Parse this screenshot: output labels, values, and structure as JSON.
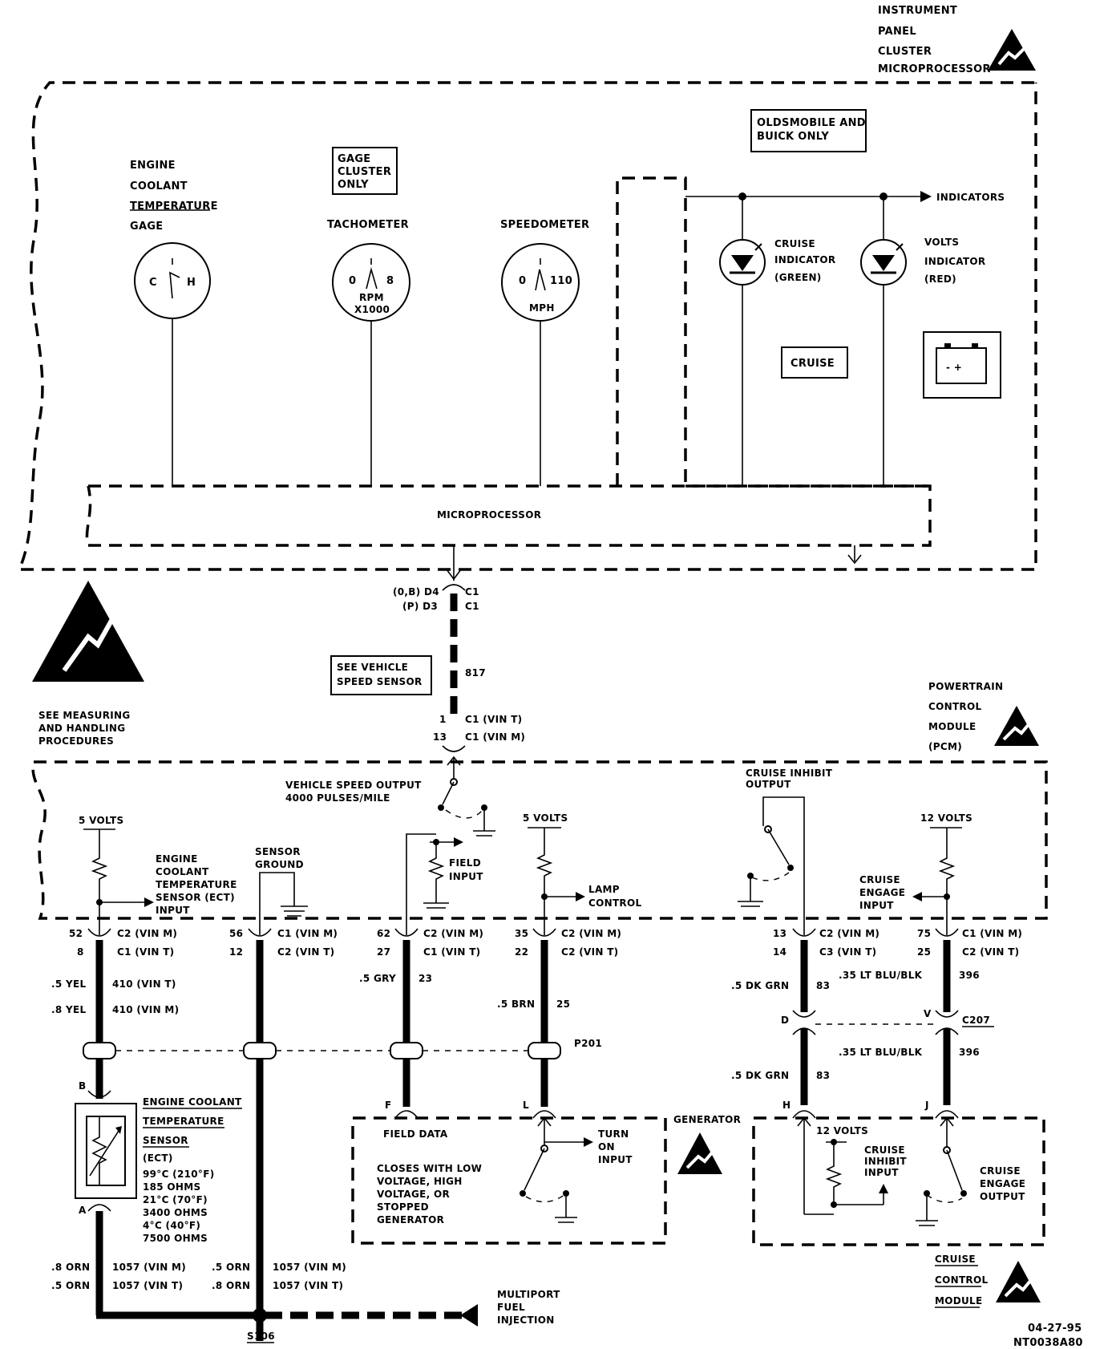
{
  "diagram_id": "NT0038A80",
  "date": "04-27-95",
  "ipc": {
    "title_lines": [
      "INSTRUMENT",
      "PANEL",
      "CLUSTER",
      "MICROPROCESSOR"
    ],
    "gage_cluster_note": [
      "GAGE",
      "CLUSTER",
      "ONLY"
    ],
    "olds_note": [
      "OLDSMOBILE AND",
      "BUICK ONLY"
    ],
    "ect_gage": {
      "label": [
        "ENGINE",
        "COOLANT",
        "TEMPERATURE",
        "GAGE"
      ],
      "low": "C",
      "high": "H"
    },
    "tachometer": {
      "label": "TACHOMETER",
      "low": "0",
      "high": "8",
      "unit": [
        "RPM",
        "X1000"
      ]
    },
    "speedometer": {
      "label": "SPEEDOMETER",
      "low": "0",
      "high": "110",
      "unit": "MPH"
    },
    "indicators_label": "INDICATORS",
    "cruise_indicator": [
      "CRUISE",
      "INDICATOR",
      "(GREEN)"
    ],
    "volts_indicator": [
      "VOLTS",
      "INDICATOR",
      "(RED)"
    ],
    "cruise_button": "CRUISE",
    "battery_symbol": "- +",
    "microprocessor": "MICROPROCESSOR"
  },
  "vss_link": {
    "conn_ipc": [
      "(0,B)  D4",
      "(P)  D3"
    ],
    "conn_ipc_c": [
      "C1",
      "C1"
    ],
    "note": [
      "SEE VEHICLE",
      "SPEED SENSOR"
    ],
    "circuit": "817",
    "conn_pcm": [
      "1",
      "13"
    ],
    "conn_pcm_c": [
      "C1  (VIN T)",
      "C1  (VIN M)"
    ]
  },
  "esd_note": [
    "SEE MEASURING",
    "AND HANDLING",
    "PROCEDURES"
  ],
  "pcm": {
    "title_lines": [
      "POWERTRAIN",
      "CONTROL",
      "MODULE",
      "(PCM)"
    ],
    "vso": [
      "VEHICLE SPEED OUTPUT",
      "4000 PULSES/MILE"
    ],
    "five_volts": "5 VOLTS",
    "five_volts_2": "5 VOLTS",
    "twelve_volts": "12 VOLTS",
    "ect_input": [
      "ENGINE",
      "COOLANT",
      "TEMPERATURE",
      "SENSOR (ECT)",
      "INPUT"
    ],
    "sensor_ground": [
      "SENSOR",
      "GROUND"
    ],
    "field_input": [
      "FIELD",
      "INPUT"
    ],
    "lamp_control": [
      "LAMP",
      "CONTROL"
    ],
    "cruise_inhibit_output": [
      "CRUISE INHIBIT",
      "OUTPUT"
    ],
    "cruise_engage_input": [
      "CRUISE",
      "ENGAGE",
      "INPUT"
    ]
  },
  "pins": {
    "ect": {
      "a": "52",
      "b": "8",
      "ca": "C2  (VIN M)",
      "cb": "C1  (VIN T)"
    },
    "gnd": {
      "a": "56",
      "b": "12",
      "ca": "C1  (VIN M)",
      "cb": "C2  (VIN T)"
    },
    "fld": {
      "a": "62",
      "b": "27",
      "ca": "C2  (VIN M)",
      "cb": "C1  (VIN T)"
    },
    "lamp": {
      "a": "35",
      "b": "22",
      "ca": "C2  (VIN M)",
      "cb": "C2  (VIN T)"
    },
    "inh": {
      "a": "13",
      "b": "14",
      "ca": "C2  (VIN M)",
      "cb": "C3  (VIN T)"
    },
    "eng": {
      "a": "75",
      "b": "25",
      "ca": "C1  (VIN M)",
      "cb": "C2  (VIN T)"
    }
  },
  "wires": {
    "ect1": ".5 YEL",
    "ect1c": "410  (VIN T)",
    "ect2": ".8 YEL",
    "ect2c": "410  (VIN M)",
    "fld": ".5 GRY",
    "fldc": "23",
    "lamp": ".5 BRN",
    "lampc": "25",
    "inh": ".5 DK GRN",
    "inhc": "83",
    "eng": ".35 LT BLU/BLK",
    "engc": "396",
    "inh2": ".5 DK GRN",
    "inh2c": "83",
    "eng2": ".35 LT BLU/BLK",
    "eng2c": "396",
    "orn1": ".8 ORN",
    "orn1c": "1057  (VIN M)",
    "orn2": ".5 ORN",
    "orn2c": "1057  (VIN T)",
    "orn3": ".5 ORN",
    "orn3c": "1057  (VIN M)",
    "orn4": ".8 ORN",
    "orn4c": "1057  (VIN T)"
  },
  "connectors": {
    "p201": "P201",
    "c207": "C207",
    "d": "D",
    "v": "V",
    "b": "B",
    "a": "A",
    "f": "F",
    "l": "L",
    "h": "H",
    "j": "J"
  },
  "ect_sensor": {
    "label": [
      "ENGINE COOLANT",
      "TEMPERATURE",
      "SENSOR",
      "(ECT)"
    ],
    "specs": [
      "99°C (210°F)",
      "185 OHMS",
      "21°C (70°F)",
      "3400 OHMS",
      "4°C (40°F)",
      "7500 OHMS"
    ]
  },
  "generator": {
    "title": "GENERATOR",
    "field_data": "FIELD DATA",
    "desc": [
      "CLOSES WITH LOW",
      "VOLTAGE, HIGH",
      "VOLTAGE, OR",
      "STOPPED",
      "GENERATOR"
    ],
    "turn_on": [
      "TURN",
      "ON",
      "INPUT"
    ]
  },
  "cruise_module": {
    "title": [
      "CRUISE",
      "CONTROL",
      "MODULE"
    ],
    "twelve_volts": "12 VOLTS",
    "inhibit_input": [
      "CRUISE",
      "INHIBIT",
      "INPUT"
    ],
    "engage_output": [
      "CRUISE",
      "ENGAGE",
      "OUTPUT"
    ]
  },
  "splice": "S106",
  "mfi": [
    "MULTIPORT",
    "FUEL",
    "INJECTION"
  ]
}
